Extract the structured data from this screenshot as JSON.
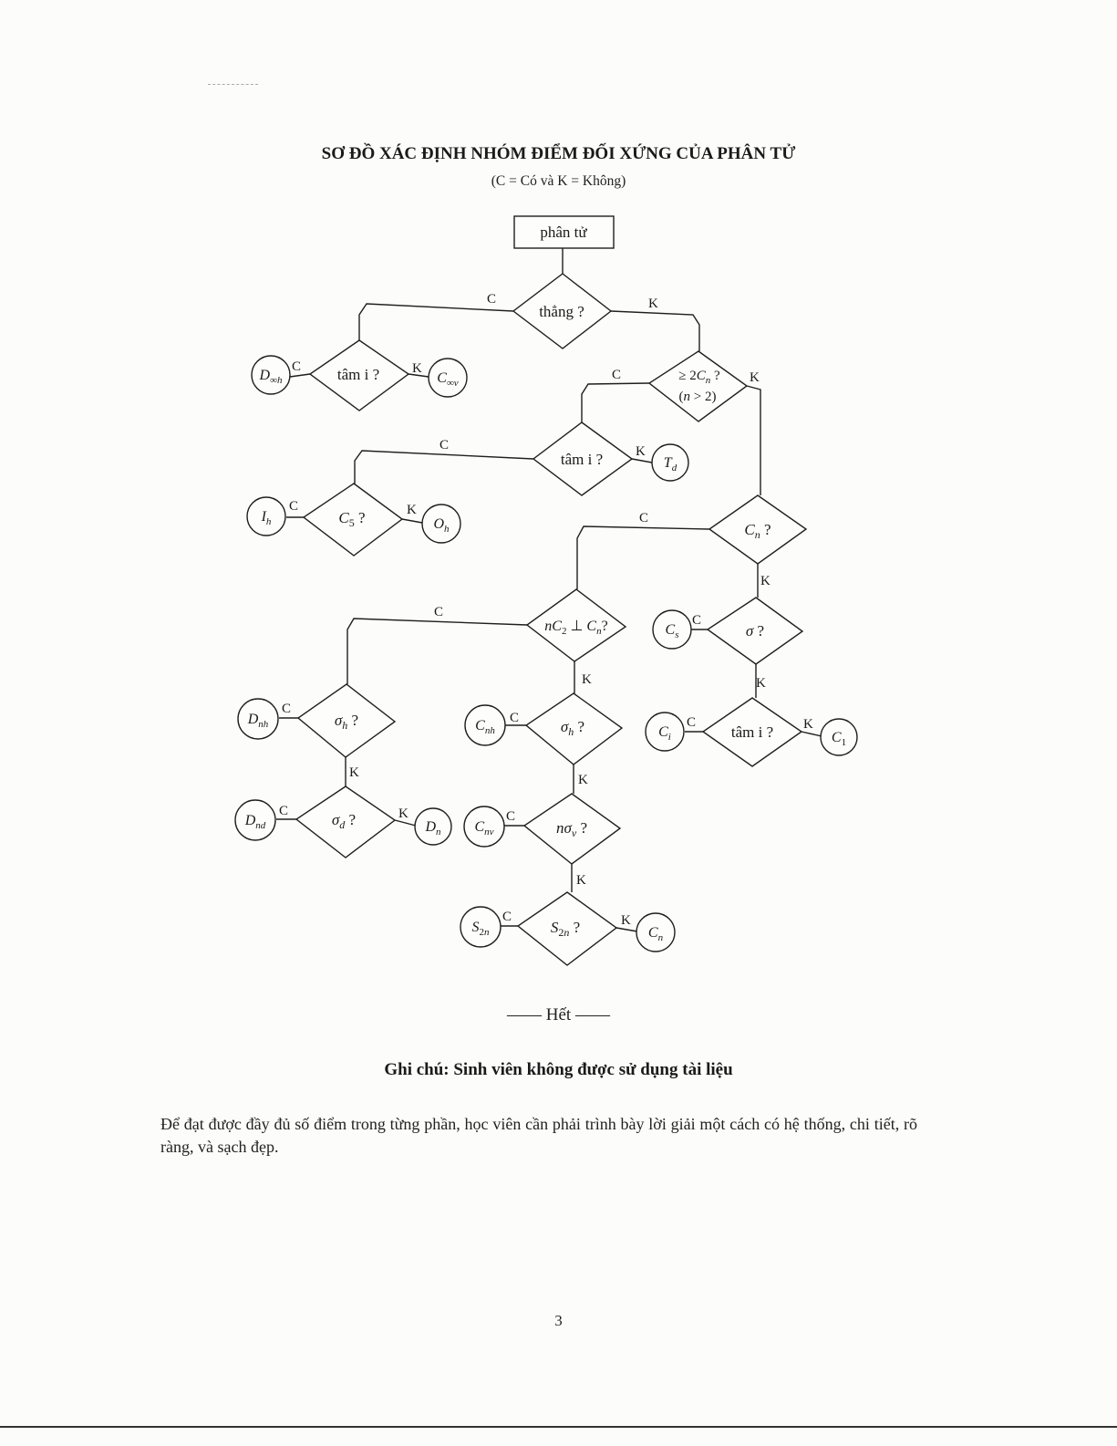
{
  "doc": {
    "title": "SƠ ĐỒ XÁC ĐỊNH NHÓM ĐIỂM ĐỐI XỨNG CỦA PHÂN TỬ",
    "subtitle": "(C = Có và K = Không)",
    "end_text": "—— Hết ——",
    "note": "Ghi chú: Sinh viên không được sử dụng tài liệu",
    "paragraph": "Để đạt được đầy đủ số điểm trong từng phần, học viên cần phải trình bày lời giải một cách có hệ thống, chi tiết, rõ ràng, và sạch đẹp.",
    "page_number": "3"
  },
  "flowchart": {
    "start": "phân tử",
    "yes_label": "C",
    "no_label": "K",
    "decisions": {
      "linear": "thẳng ?",
      "inv_linear": "tâm i ?",
      "high": "≥ 2Cn ? (n > 2)",
      "inv_high": "tâm i ?",
      "c5": "C5 ?",
      "cn": "Cn ?",
      "nc2": "nC2 ⊥ Cn ?",
      "sigma": "σ ?",
      "inv_low": "tâm i ?",
      "sigma_h_d": "σh ?",
      "sigma_d": "σd ?",
      "sigma_h_c": "σh ?",
      "n_sigma_v": "nσv ?",
      "s2n": "S2n ?"
    },
    "results": {
      "dinfh": "D∞h",
      "cinfv": "C∞v",
      "td": "Td",
      "ih": "Ih",
      "oh": "Oh",
      "cs": "Cs",
      "ci": "Ci",
      "c1": "C1",
      "dnh": "Dnh",
      "dnd": "Dnd",
      "dn": "Dn",
      "cnh": "Cnh",
      "cnv": "Cnv",
      "s2n": "S2n",
      "cn": "Cn"
    }
  }
}
